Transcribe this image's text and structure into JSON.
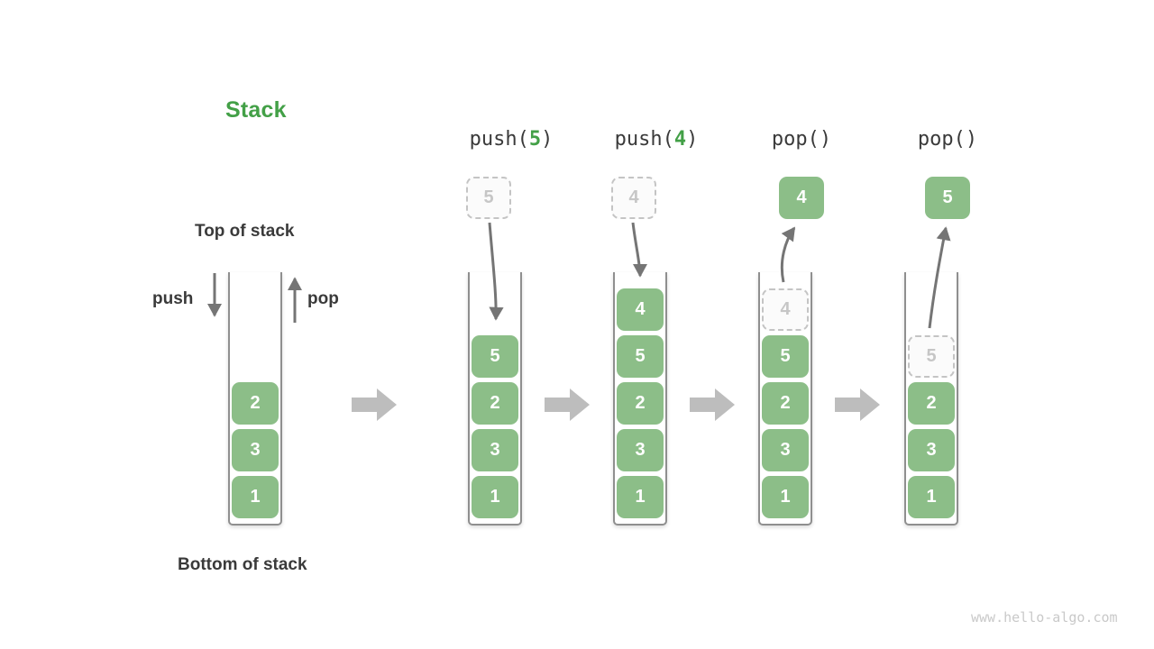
{
  "title": {
    "text": "Stack"
  },
  "labels": {
    "top_of_stack": "Top of stack",
    "bottom_of_stack": "Bottom of stack",
    "push_arrow_label": "push",
    "pop_arrow_label": "pop"
  },
  "watermark": "www.hello-algo.com",
  "colors": {
    "accent_green": "#43a047",
    "box_green": "#8cbe88",
    "text_dark": "#3a3a3a",
    "arrow_gray": "#757575",
    "block_arrow_gray": "#bdbdbd",
    "ghost_border": "#c4c4c4",
    "ghost_text": "#c6c6c6",
    "ghost_fill": "#fbfbfb",
    "well_border": "#8f8f8f",
    "watermark_gray": "#c9c9c9"
  },
  "operations": [
    {
      "id": "initial-stack",
      "header": null,
      "floating": null,
      "stack_top_to_bottom": [
        {
          "value": "2",
          "ghost": false
        },
        {
          "value": "3",
          "ghost": false
        },
        {
          "value": "1",
          "ghost": false
        }
      ]
    },
    {
      "id": "push-5",
      "header": {
        "prefix": "push(",
        "arg": "5",
        "suffix": ")"
      },
      "floating": {
        "value": "5",
        "style": "ghost"
      },
      "stack_top_to_bottom": [
        {
          "value": "5",
          "ghost": false
        },
        {
          "value": "2",
          "ghost": false
        },
        {
          "value": "3",
          "ghost": false
        },
        {
          "value": "1",
          "ghost": false
        }
      ]
    },
    {
      "id": "push-4",
      "header": {
        "prefix": "push(",
        "arg": "4",
        "suffix": ")"
      },
      "floating": {
        "value": "4",
        "style": "ghost"
      },
      "stack_top_to_bottom": [
        {
          "value": "4",
          "ghost": false
        },
        {
          "value": "5",
          "ghost": false
        },
        {
          "value": "2",
          "ghost": false
        },
        {
          "value": "3",
          "ghost": false
        },
        {
          "value": "1",
          "ghost": false
        }
      ]
    },
    {
      "id": "pop-4",
      "header": {
        "prefix": "pop()",
        "arg": "",
        "suffix": ""
      },
      "floating": {
        "value": "4",
        "style": "solid"
      },
      "stack_top_to_bottom": [
        {
          "value": "4",
          "ghost": true
        },
        {
          "value": "5",
          "ghost": false
        },
        {
          "value": "2",
          "ghost": false
        },
        {
          "value": "3",
          "ghost": false
        },
        {
          "value": "1",
          "ghost": false
        }
      ]
    },
    {
      "id": "pop-5",
      "header": {
        "prefix": "pop()",
        "arg": "",
        "suffix": ""
      },
      "floating": {
        "value": "5",
        "style": "solid"
      },
      "stack_top_to_bottom": [
        {
          "value": "5",
          "ghost": true
        },
        {
          "value": "2",
          "ghost": false
        },
        {
          "value": "3",
          "ghost": false
        },
        {
          "value": "1",
          "ghost": false
        }
      ]
    }
  ]
}
